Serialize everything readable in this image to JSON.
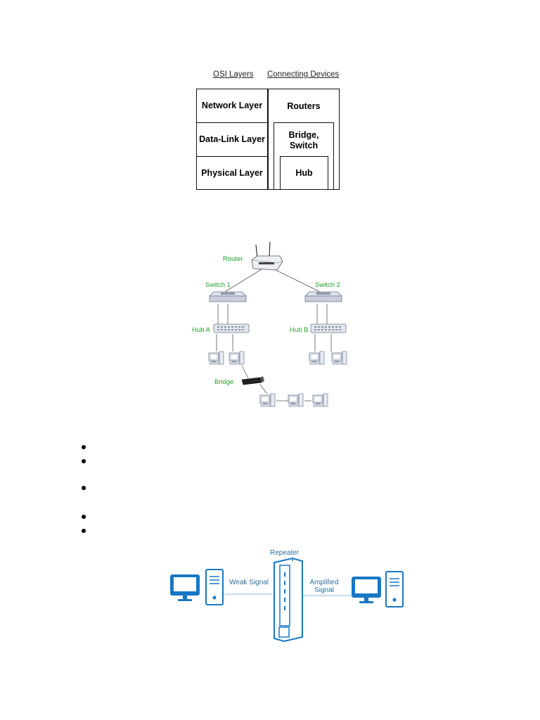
{
  "osi": {
    "head_layers": "OSI Layers",
    "head_devices": "Connecting Devices",
    "layers": [
      "Network Layer",
      "Data-Link Layer",
      "Physical Layer"
    ],
    "devices": [
      "Routers",
      "Bridge,\nSwitch",
      "Hub"
    ]
  },
  "network": {
    "router": "Router",
    "switch1": "Switch 1",
    "switch2": "Switch 2",
    "hubA": "Hub A",
    "hubB": "Hub B",
    "bridge": "Bridge",
    "label_color": "#22a02a"
  },
  "bullets": {
    "count": 5
  },
  "repeater": {
    "title": "Repeater",
    "weak": "Weak Signal",
    "amplified": "Amplified\nSignal",
    "accent": "#1877c4"
  }
}
